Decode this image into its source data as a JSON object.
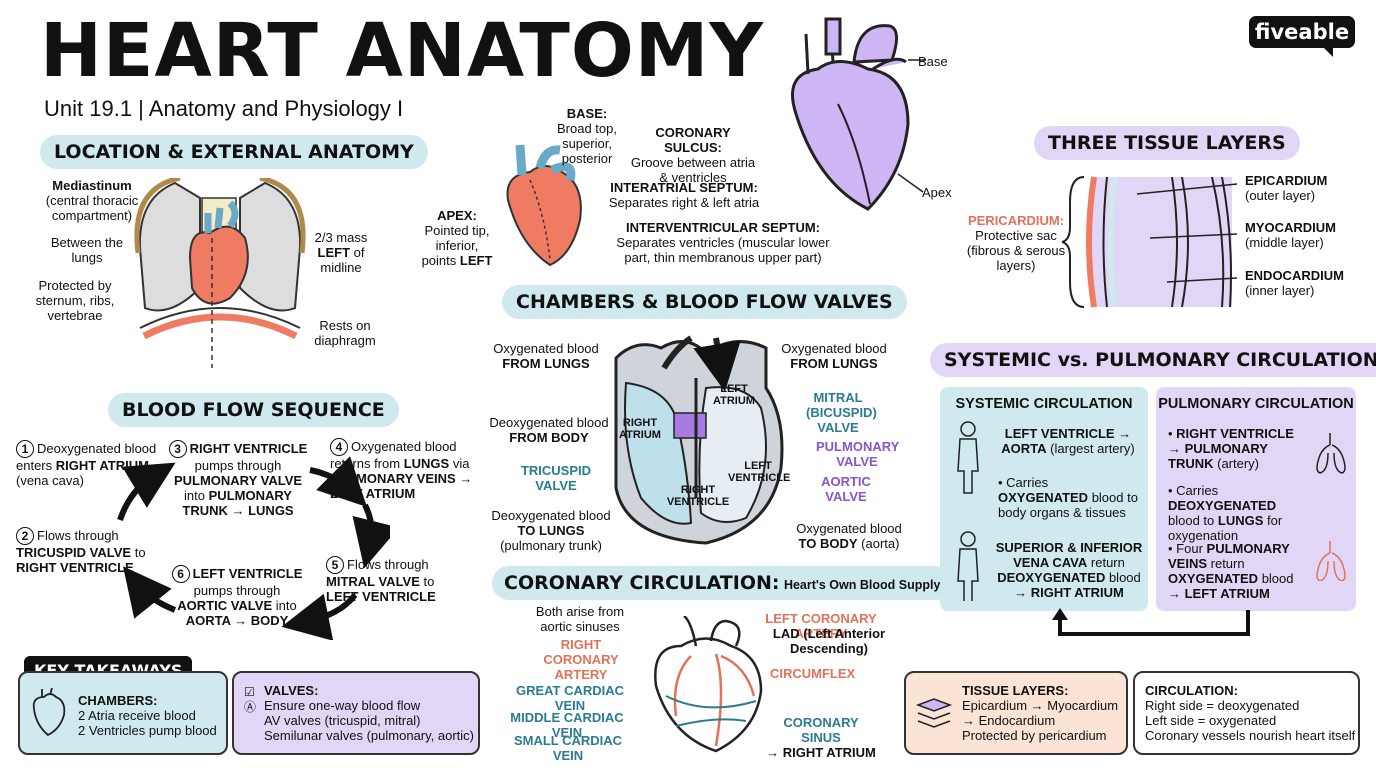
{
  "header": {
    "title": "HEART ANATOMY",
    "subtitle": "Unit 19.1 | Anatomy and Physiology I",
    "logo": "fiveable"
  },
  "location": {
    "heading": "LOCATION & EXTERNAL ANATOMY",
    "mediastinum_bold": "Mediastinum",
    "mediastinum_rest": "(central thoracic compartment)",
    "between_lungs": "Between the lungs",
    "protected": "Protected by sternum, ribs, vertebrae",
    "mass_a": "2/3 mass",
    "mass_bold": "LEFT",
    "mass_b": "of midline",
    "diaphragm": "Rests on diaphragm"
  },
  "external": {
    "base_bold": "BASE:",
    "base_text": "Broad top, superior, posterior",
    "sulcus_bold": "CORONARY SULCUS:",
    "sulcus_text": "Groove between atria & ventricles",
    "interatrial_bold": "INTERATRIAL SEPTUM:",
    "interatrial_text": "Separates right & left atria",
    "apex_bold": "APEX:",
    "apex_text": "Pointed tip, inferior, points",
    "apex_left": "LEFT",
    "interventricular_bold": "INTERVENTRICULAR SEPTUM:",
    "interventricular_text": "Separates ventricles (muscular lower part, thin membranous upper part)"
  },
  "big_heart": {
    "base": "Base",
    "apex": "Apex"
  },
  "tissue": {
    "heading": "THREE TISSUE LAYERS",
    "pericardium_bold": "PERICARDIUM:",
    "pericardium_text": "Protective sac (fibrous & serous layers)",
    "layers": [
      {
        "name": "EPICARDIUM",
        "desc": "(outer layer)"
      },
      {
        "name": "MYOCARDIUM",
        "desc": "(middle layer)"
      },
      {
        "name": "ENDOCARDIUM",
        "desc": "(inner layer)"
      }
    ]
  },
  "blood_flow": {
    "heading": "BLOOD FLOW SEQUENCE",
    "steps": [
      {
        "num": "1",
        "html_a": "Deoxygenated blood enters",
        "bold": "RIGHT ATRIUM",
        "html_b": "(vena cava)"
      },
      {
        "num": "2",
        "html_a": "Flows through",
        "bold": "TRICUSPID VALVE",
        "html_b": "to",
        "bold2": "RIGHT VENTRICLE"
      },
      {
        "num": "3",
        "bold": "RIGHT VENTRICLE",
        "html_a": "pumps through",
        "bold2": "PULMONARY VALVE",
        "html_b": "into",
        "bold3": "PULMONARY TRUNK → LUNGS"
      },
      {
        "num": "4",
        "html_a": "Oxygenated blood returns from",
        "bold": "LUNGS",
        "html_b": "via",
        "bold2": "PULMONARY VEINS → LEFT ATRIUM"
      },
      {
        "num": "5",
        "html_a": "Flows through",
        "bold": "MITRAL VALVE",
        "html_b": "to",
        "bold2": "LEFT VENTRICLE"
      },
      {
        "num": "6",
        "bold": "LEFT VENTRICLE",
        "html_a": "pumps through",
        "bold2": "AORTIC VALVE",
        "html_b": "into",
        "bold3": "AORTA → BODY"
      }
    ]
  },
  "chambers": {
    "heading": "CHAMBERS & BLOOD FLOW VALVES",
    "ox_from_lungs_l_a": "Oxygenated blood",
    "ox_from_lungs_l_b": "FROM LUNGS",
    "ox_from_lungs_r_a": "Oxygenated blood",
    "ox_from_lungs_r_b": "FROM LUNGS",
    "deox_body_a": "Deoxygenated blood",
    "deox_body_b": "FROM BODY",
    "deox_lungs_a": "Deoxygenated blood",
    "deox_lungs_b": "TO LUNGS",
    "deox_lungs_c": "(pulmonary trunk)",
    "ox_body_a": "Oxygenated blood",
    "ox_body_b": "TO BODY",
    "ox_body_c": "(aorta)",
    "right_atrium": "RIGHT ATRIUM",
    "left_atrium": "LEFT ATRIUM",
    "right_ventricle": "RIGHT VENTRICLE",
    "left_ventricle": "LEFT VENTRICLE",
    "tricuspid": "TRICUSPID VALVE",
    "mitral": "MITRAL (BICUSPID) VALVE",
    "pulmonary": "PULMONARY VALVE",
    "aortic": "AORTIC VALVE"
  },
  "coronary": {
    "heading": "CORONARY CIRCULATION:",
    "heading_sub": "Heart's Own Blood Supply",
    "both_arise": "Both arise from aortic sinuses",
    "right_artery": "RIGHT CORONARY ARTERY",
    "left_artery": "LEFT CORONARY ARTERY",
    "lad": "LAD (Left Anterior Descending)",
    "circumflex": "CIRCUMFLEX",
    "great_vein": "GREAT CARDIAC VEIN",
    "middle_vein": "MIDDLE CARDIAC VEIN",
    "small_vein": "SMALL CARDIAC VEIN",
    "sinus": "CORONARY SINUS",
    "sinus_b": "→ RIGHT ATRIUM"
  },
  "circulation": {
    "heading": "SYSTEMIC vs. PULMONARY CIRCULATION",
    "systemic": {
      "title": "SYSTEMIC CIRCULATION",
      "p1_bold": "LEFT VENTRICLE → AORTA",
      "p1_rest": "(largest artery)",
      "p2_a": "Carries",
      "p2_bold": "OXYGENATED",
      "p2_b": "blood to body organs & tissues",
      "p3_bold": "SUPERIOR & INFERIOR VENA CAVA",
      "p3_a": "return",
      "p3_bold2": "DEOXYGENATED",
      "p3_b": "blood",
      "p3_bold3": "→ RIGHT ATRIUM"
    },
    "pulmonary": {
      "title": "PULMONARY CIRCULATION",
      "p1_bold": "RIGHT VENTRICLE → PULMONARY TRUNK",
      "p1_rest": "(artery)",
      "p2_a": "Carries",
      "p2_bold": "DEOXYGENATED",
      "p2_b": "blood to",
      "p2_bold2": "LUNGS",
      "p2_c": "for oxygenation",
      "p3_a": "Four",
      "p3_bold": "PULMONARY VEINS",
      "p3_b": "return",
      "p3_bold2": "OXYGENATED",
      "p3_c": "blood",
      "p3_bold3": "→ LEFT ATRIUM"
    }
  },
  "takeaways": {
    "heading": "KEY TAKEAWAYS",
    "chambers_title": "CHAMBERS:",
    "chambers_l1": "2 Atria receive blood",
    "chambers_l2": "2 Ventricles pump blood",
    "valves_title": "VALVES:",
    "valves_l1": "Ensure one-way blood flow",
    "valves_l2": "AV valves (tricuspid, mitral)",
    "valves_l3": "Semilunar valves (pulmonary, aortic)",
    "tissue_title": "TISSUE LAYERS:",
    "tissue_l1": "Epicardium → Myocardium",
    "tissue_l2": "→ Endocardium",
    "tissue_l3": "Protected by pericardium",
    "circ_title": "CIRCULATION:",
    "circ_l1": "Right side = deoxygenated",
    "circ_l2": "Left side = oxygenated",
    "circ_l3": "Coronary vessels nourish heart itself"
  },
  "colors": {
    "teal": "#cfe9ee",
    "lavender": "#e2d6f7",
    "heart_red": "#ee7b62",
    "heart_purple": "#cdb6f3",
    "blue_label": "#2a7c93",
    "purple_label": "#8a55c8",
    "orange_label": "#e0735a"
  }
}
